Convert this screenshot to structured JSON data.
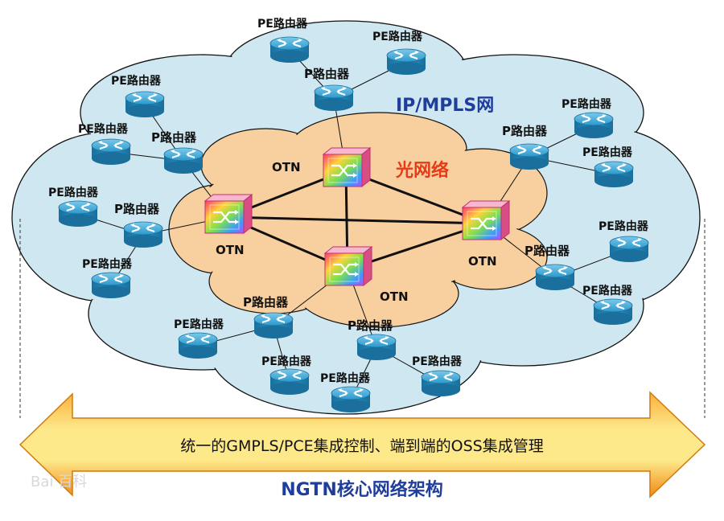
{
  "labels": {
    "pe_router": "PE路由器",
    "p_router": "P路由器",
    "otn": "OTN",
    "optical_network": "光网络",
    "ip_mpls_network": "IP/MPLS网"
  },
  "arrow_text": "统一的GMPLS/PCE集成控制、端到端的OSS集成管理",
  "footer_title": "NGTN核心网络架构",
  "watermark": "Bai 百科",
  "colors": {
    "outer_cloud": "#cfe7f0",
    "inner_cloud": "#f8cf9f",
    "router_blue": "#1f8fc4",
    "ip_mpls_label": "#1f3d9c",
    "optical_label": "#e53c18",
    "arrow_orange": "#f39a1c",
    "arrow_yellow": "#fde88a"
  },
  "icons": [
    "router-icon",
    "otn-switch-icon"
  ]
}
